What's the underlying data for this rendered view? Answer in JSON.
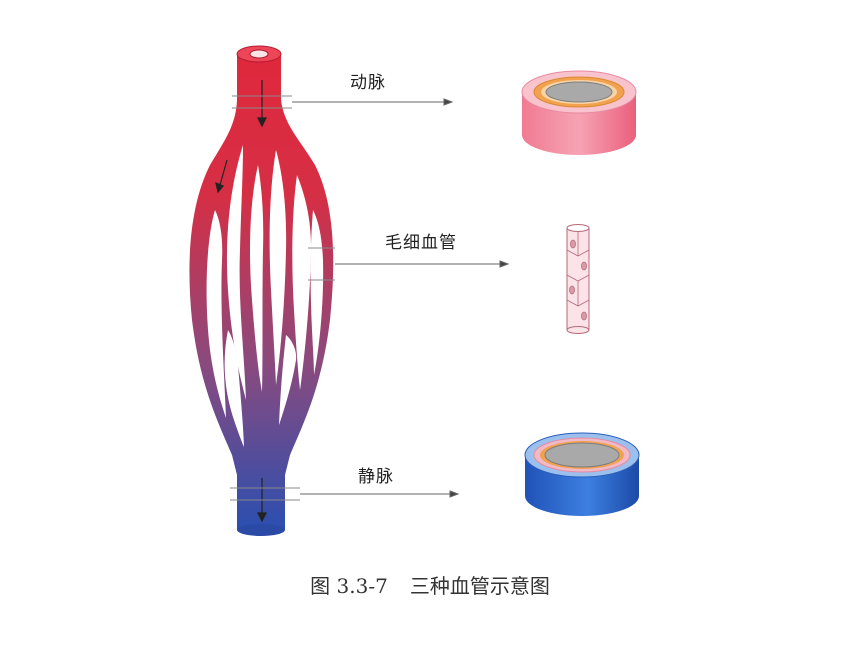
{
  "labels": {
    "artery": "动脉",
    "capillary": "毛细血管",
    "vein": "静脉"
  },
  "caption": {
    "number": "图 3.3-7",
    "title": "三种血管示意图"
  },
  "colors": {
    "artery": "#e0283c",
    "vein": "#2b4fb0",
    "artery_ring": "#ee6f86",
    "vein_ring": "#2a5ec4",
    "lumen": "#a9a9a9"
  }
}
